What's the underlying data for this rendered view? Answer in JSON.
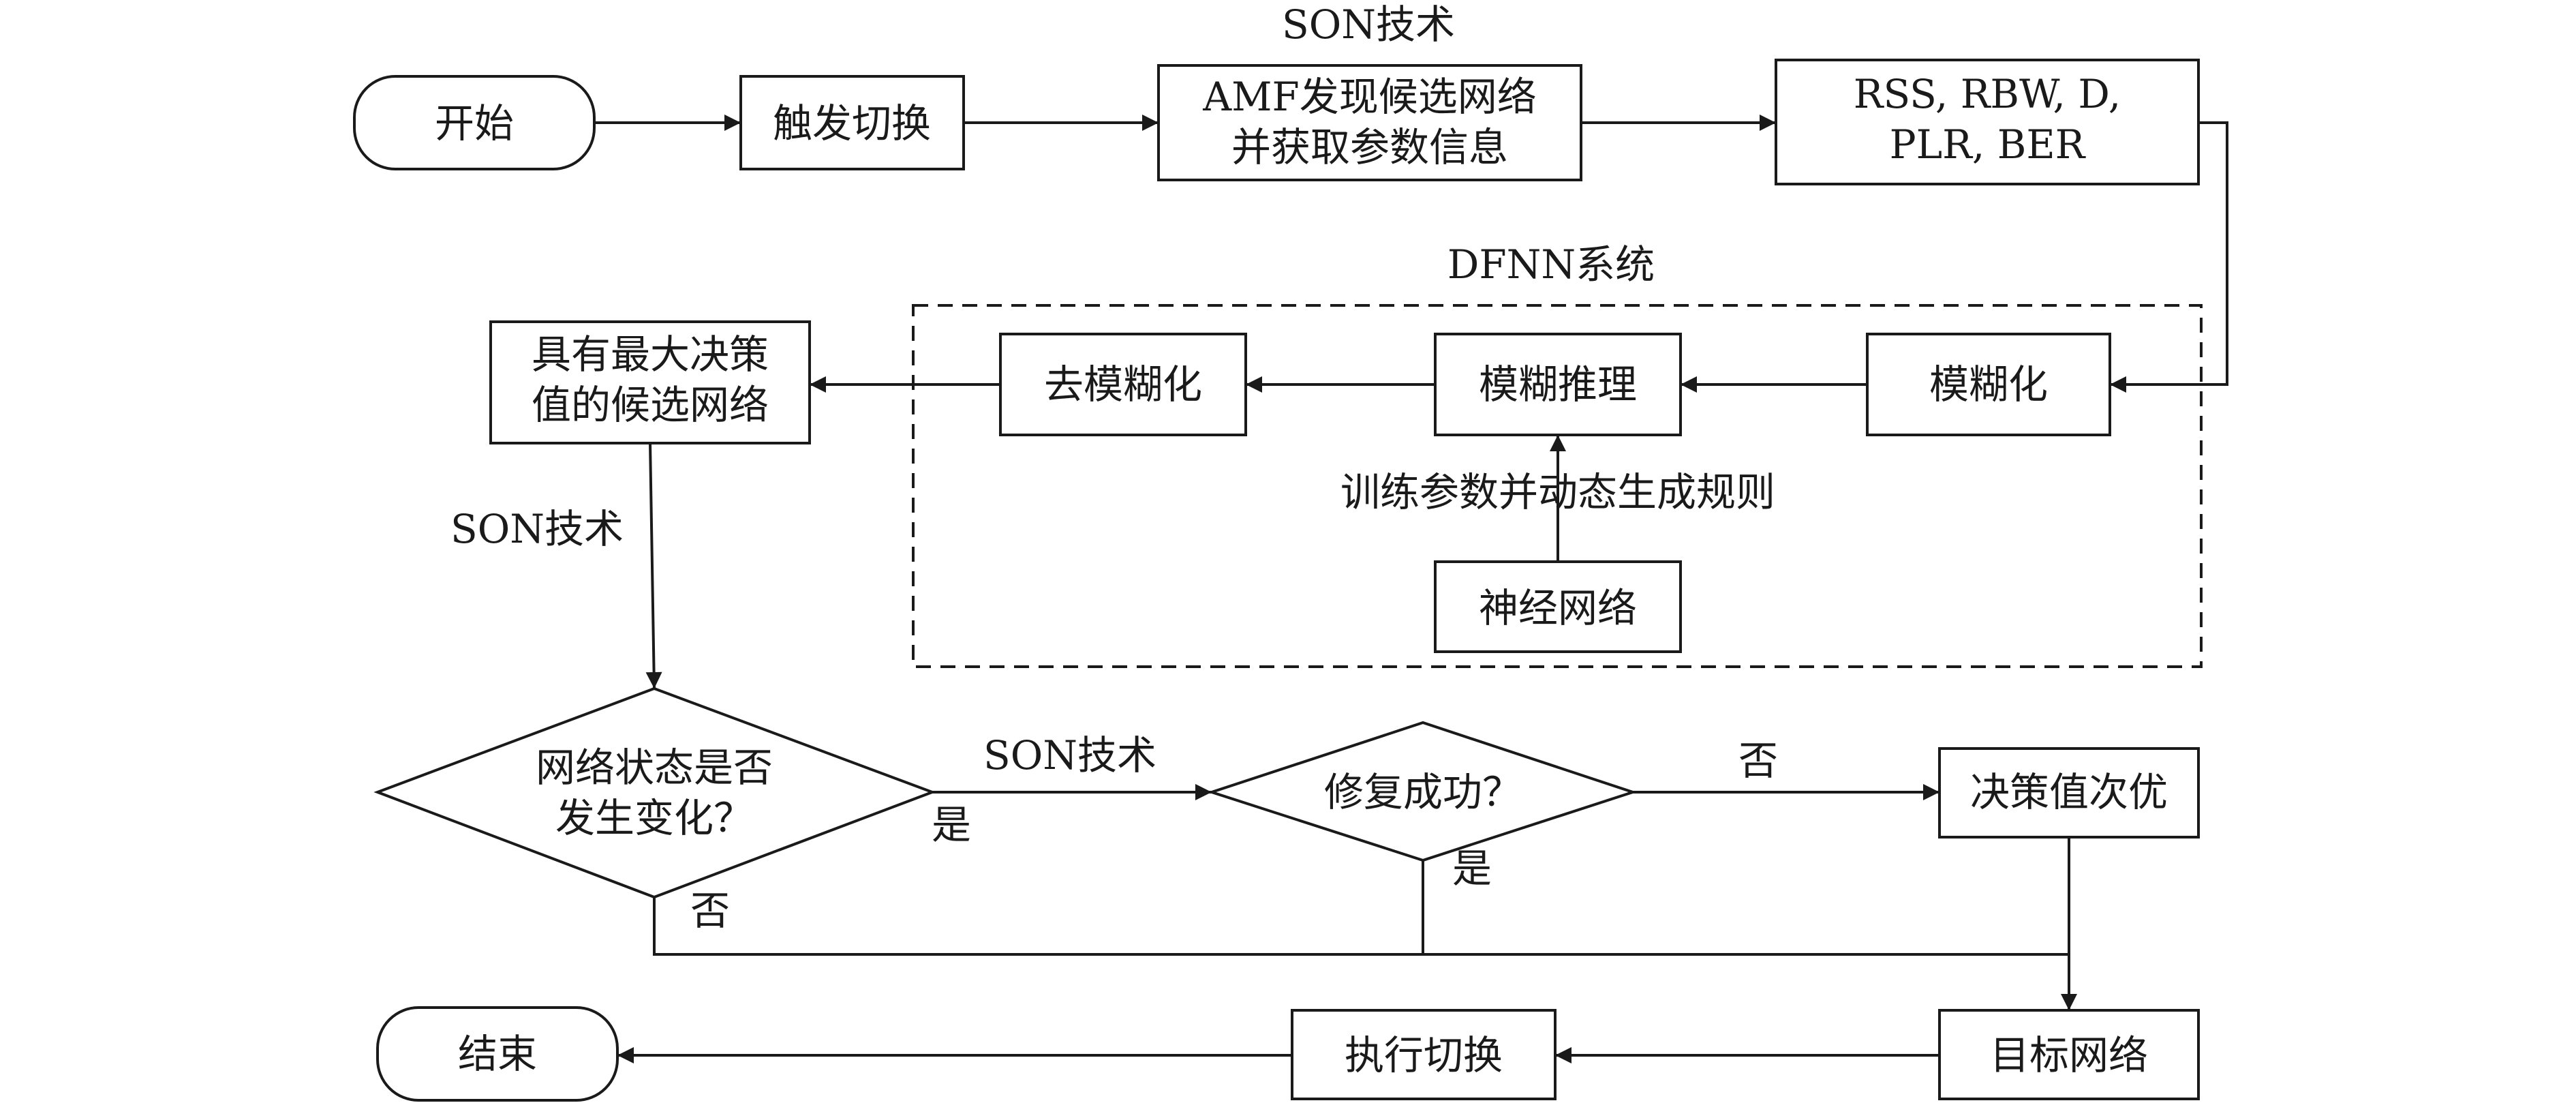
{
  "diagram": {
    "nodes": {
      "start": {
        "lines": [
          "开始"
        ]
      },
      "trigger": {
        "lines": [
          "触发切换"
        ]
      },
      "amf": {
        "lines": [
          "AMF发现候选网络",
          "并获取参数信息"
        ]
      },
      "params": {
        "lines": [
          "RSS, RBW, D,",
          "PLR, BER"
        ]
      },
      "fuzzify": {
        "lines": [
          "模糊化"
        ]
      },
      "inference": {
        "lines": [
          "模糊推理"
        ]
      },
      "defuzzify": {
        "lines": [
          "去模糊化"
        ]
      },
      "neural": {
        "lines": [
          "神经网络"
        ]
      },
      "best": {
        "lines": [
          "具有最大决策",
          "值的候选网络"
        ]
      },
      "state_changed": {
        "lines": [
          "网络状态是否",
          "发生变化？"
        ]
      },
      "repair": {
        "lines": [
          "修复成功？"
        ]
      },
      "suboptimal": {
        "lines": [
          "决策值次优"
        ]
      },
      "target": {
        "lines": [
          "目标网络"
        ]
      },
      "execute": {
        "lines": [
          "执行切换"
        ]
      },
      "end": {
        "lines": [
          "结束"
        ]
      }
    },
    "labels": {
      "son_top": "SON技术",
      "dfnn_system": "DFNN系统",
      "train_rules": "训练参数并动态生成规则",
      "son_left": "SON技术",
      "son_mid": "SON技术",
      "yes_state": "是",
      "no_state": "否",
      "no_repair": "否",
      "yes_repair": "是"
    }
  }
}
